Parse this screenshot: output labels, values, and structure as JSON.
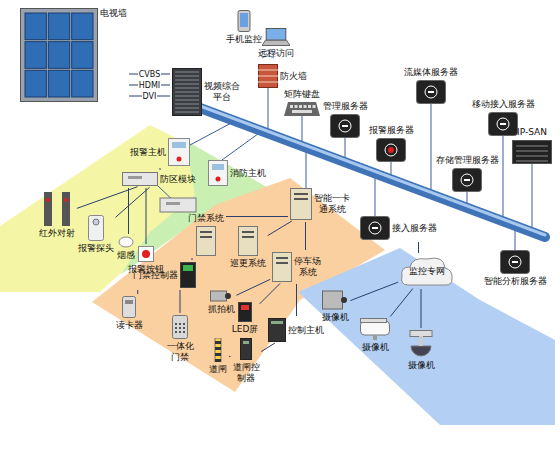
{
  "diagram": {
    "nodes": [
      {
        "text": [
          "电视墙"
        ]
      },
      {
        "text": [
          "视频综合平台"
        ]
      },
      {
        "text": [
          "手机监控"
        ]
      },
      {
        "text": [
          "远程访问"
        ]
      },
      {
        "text": [
          "防火墙"
        ]
      },
      {
        "text": [
          "矩阵键盘"
        ]
      },
      {
        "text": [
          "管理服务器"
        ]
      },
      {
        "text": [
          "流媒体服务器"
        ]
      },
      {
        "text": [
          "移动接入服务器"
        ]
      },
      {
        "text": [
          "报警服务器"
        ]
      },
      {
        "text": [
          "IP-SAN"
        ]
      },
      {
        "text": [
          "存储管理服务器"
        ]
      },
      {
        "text": [
          "接入服务器"
        ]
      },
      {
        "text": [
          "智能分析服务器"
        ]
      },
      {
        "text": [
          "报警主机"
        ]
      },
      {
        "text": [
          "防区模块"
        ]
      },
      {
        "text": [
          "红外对射"
        ]
      },
      {
        "text": [
          "报警探头"
        ]
      },
      {
        "text": [
          "烟感"
        ]
      },
      {
        "text": [
          "报警按钮"
        ]
      },
      {
        "text": [
          "消防主机"
        ]
      },
      {
        "text": [
          "门禁系统"
        ]
      },
      {
        "text": [
          "巡更系统"
        ]
      },
      {
        "text": [
          "智能一卡通系统"
        ]
      },
      {
        "text": [
          "停车场系统"
        ]
      },
      {
        "text": [
          "门禁控制器"
        ]
      },
      {
        "text": [
          "抓拍机"
        ]
      },
      {
        "text": [
          "LED屏"
        ]
      },
      {
        "text": [
          "读卡器"
        ]
      },
      {
        "text": [
          "一体化门禁"
        ]
      },
      {
        "text": [
          "道闸"
        ]
      },
      {
        "text": [
          "道闸控制器"
        ]
      },
      {
        "text": [
          "控制主机"
        ]
      },
      {
        "text": [
          "监控专网"
        ]
      },
      {
        "text": [
          "摄像机"
        ]
      },
      {
        "text": [
          "摄像机"
        ]
      },
      {
        "text": [
          "摄像机"
        ]
      }
    ],
    "edges": [
      {
        "from": 0,
        "to": 1,
        "arrow": "none",
        "label": "CVBS"
      },
      {
        "from": 0,
        "to": 1,
        "arrow": "none",
        "label": "HDMI"
      },
      {
        "from": 0,
        "to": 1,
        "arrow": "none",
        "label": "DVI"
      },
      {
        "from": 14,
        "to": 15,
        "arrow": "none"
      },
      {
        "from": 15,
        "to": 16,
        "arrow": "none"
      },
      {
        "from": 15,
        "to": 17,
        "arrow": "none"
      },
      {
        "from": 15,
        "to": 18,
        "arrow": "none"
      },
      {
        "from": 15,
        "to": 19,
        "arrow": "none"
      },
      {
        "from": 23,
        "to": 21,
        "arrow": "none"
      },
      {
        "from": 23,
        "to": 22,
        "arrow": "none"
      },
      {
        "from": 23,
        "to": 24,
        "arrow": "none"
      },
      {
        "from": 21,
        "to": 25,
        "arrow": "none"
      },
      {
        "from": 25,
        "to": 28,
        "arrow": "none"
      },
      {
        "from": 25,
        "to": 29,
        "arrow": "none"
      },
      {
        "from": 24,
        "to": 26,
        "arrow": "none"
      },
      {
        "from": 24,
        "to": 27,
        "arrow": "none"
      },
      {
        "from": 24,
        "to": 32,
        "arrow": "none"
      },
      {
        "from": 32,
        "to": 31,
        "arrow": "none"
      },
      {
        "from": 31,
        "to": 30,
        "arrow": "none"
      },
      {
        "from": 12,
        "to": 33,
        "arrow": "none"
      },
      {
        "from": 33,
        "to": 34,
        "arrow": "none"
      },
      {
        "from": 33,
        "to": 35,
        "arrow": "none"
      },
      {
        "from": 33,
        "to": 36,
        "arrow": "none"
      }
    ]
  }
}
